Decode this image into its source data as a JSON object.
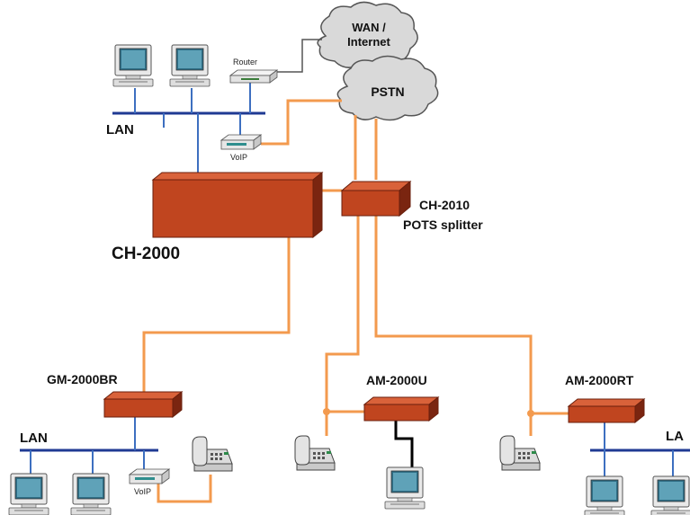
{
  "clouds": {
    "wan": {
      "line1": "WAN /",
      "line2": "Internet"
    },
    "pstn": "PSTN"
  },
  "labels": {
    "lan_top": "LAN",
    "lan_bottom_left": "LAN",
    "lan_bottom_right": "LA",
    "router": "Router",
    "voip_top": "VoIP",
    "voip_bottom": "VoIP",
    "ch2000": "CH-2000",
    "ch2010_line1": "CH-2010",
    "ch2010_line2": "POTS splitter",
    "gm2000br": "GM-2000BR",
    "am2000u": "AM-2000U",
    "am2000rt": "AM-2000RT"
  },
  "colors": {
    "device_fill": "#c0451f",
    "device_top": "#d9623a",
    "device_side": "#7a2510",
    "copper_line": "#f39a4e",
    "lan_line": "#1f3a93",
    "lan_drop": "#3d6fc0",
    "black_line": "#000000"
  },
  "icons": {
    "computer": "computer-icon",
    "router": "router-icon",
    "voip": "voip-adapter-icon",
    "phone": "telephone-icon",
    "cloud": "cloud-icon"
  }
}
